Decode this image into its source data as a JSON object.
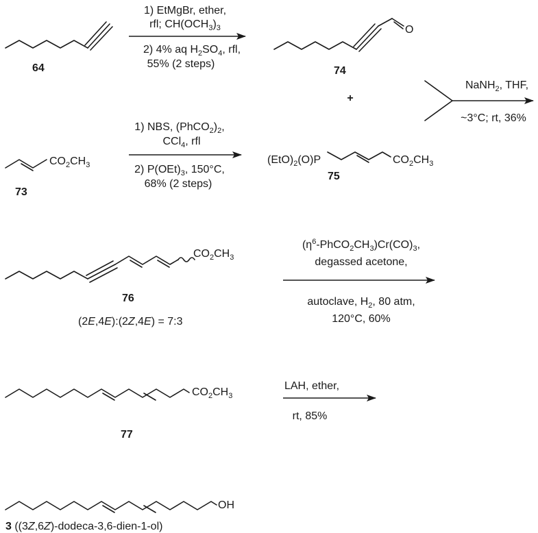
{
  "compounds": {
    "c64": {
      "label": "64"
    },
    "c74": {
      "label": "74",
      "group": "O"
    },
    "c73": {
      "label": "73",
      "group": "CO2CH3"
    },
    "c75": {
      "label": "75",
      "left_group": "(EtO)2(O)P",
      "right_group": "CO2CH3"
    },
    "c76": {
      "label": "76",
      "group": "CO2CH3",
      "ratio": "(2E,4E):(2Z,4E) = 7:3"
    },
    "c77": {
      "label": "77",
      "group": "CO2CH3"
    },
    "c3": {
      "label": "3",
      "name": "((3Z,6Z)-dodeca-3,6-dien-1-ol)",
      "group": "OH"
    }
  },
  "plus": "+",
  "steps": {
    "s1": {
      "line1": "1) EtMgBr, ether,",
      "line2": "rfl; CH(OCH3)3",
      "line3": "2) 4% aq H2SO4, rfl,",
      "line4": "55% (2 steps)"
    },
    "s2": {
      "line1": "1) NBS, (PhCO2)2,",
      "line2": "CCl4, rfl",
      "line3": "2) P(OEt)3, 150°C,",
      "line4": "68% (2 steps)"
    },
    "s3": {
      "line1": "NaNH2, THF,",
      "line2": "~3°C; rt, 36%"
    },
    "s4": {
      "line1": "(η6-PhCO2CH3)Cr(CO)3,",
      "line2": "degassed acetone,",
      "line3": "autoclave, H2, 80 atm,",
      "line4": "120°C, 60%"
    },
    "s5": {
      "line1": "LAH, ether,",
      "line2": "rt, 85%"
    }
  }
}
